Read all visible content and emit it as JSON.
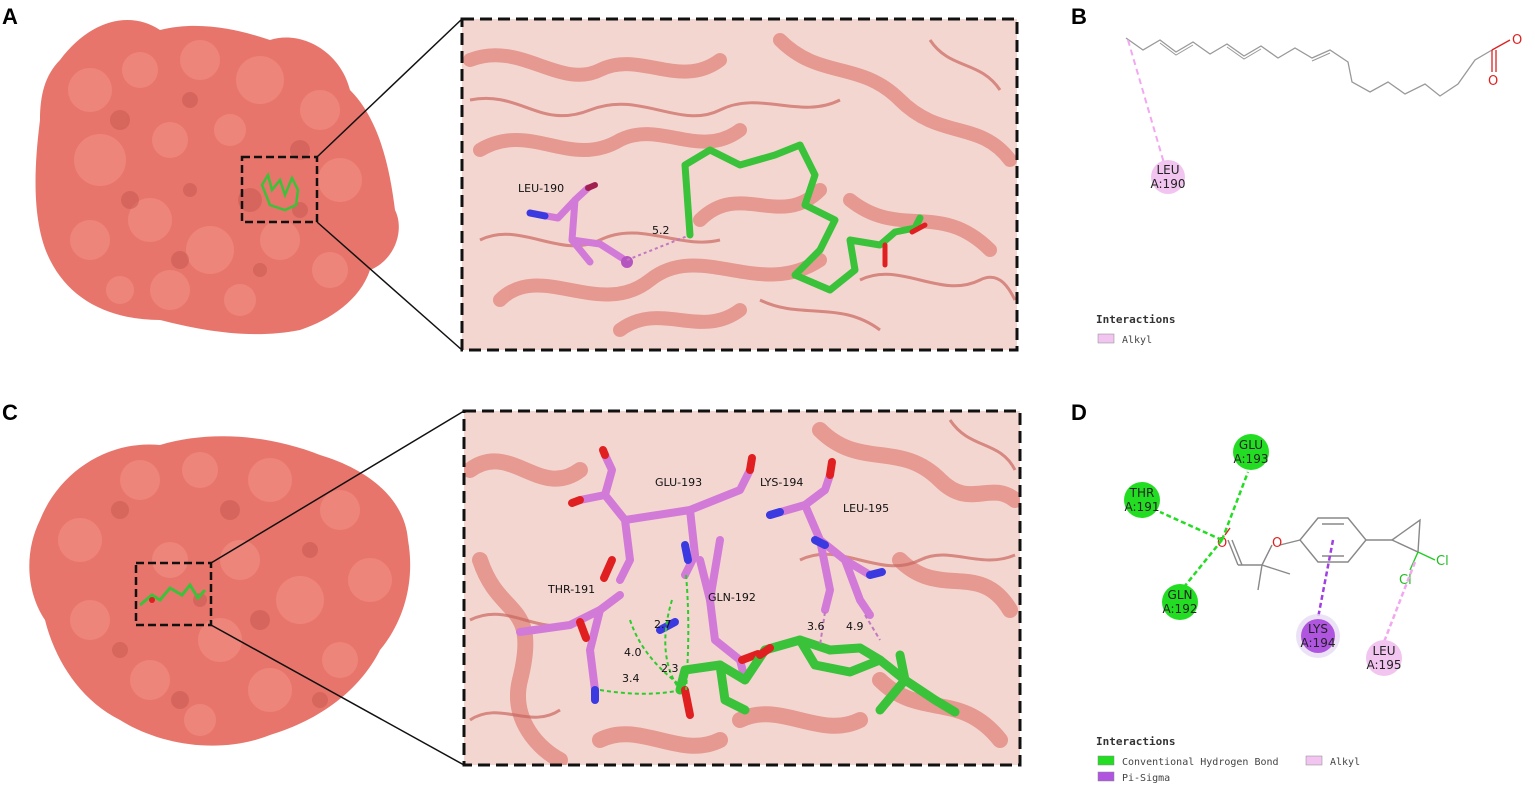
{
  "panels": {
    "A": {
      "letter": "A",
      "residues": [
        {
          "label": "LEU-190"
        }
      ],
      "distances": [
        {
          "label": "5.2"
        }
      ]
    },
    "B": {
      "letter": "B",
      "ligand_atoms": [
        "O",
        "O"
      ],
      "nodes": [
        {
          "name": "LEU",
          "id": "A:190",
          "type": "alkyl"
        }
      ],
      "legend": {
        "title": "Interactions",
        "items": [
          {
            "label": "Alkyl",
            "color": "#f2c4f0"
          }
        ]
      }
    },
    "C": {
      "letter": "C",
      "residues": [
        {
          "label": "GLU-193"
        },
        {
          "label": "LYS-194"
        },
        {
          "label": "LEU-195"
        },
        {
          "label": "THR-191"
        },
        {
          "label": "GLN-192"
        }
      ],
      "distances": [
        {
          "label": "2.7"
        },
        {
          "label": "3.6"
        },
        {
          "label": "4.9"
        },
        {
          "label": "4.0"
        },
        {
          "label": "2.3"
        },
        {
          "label": "3.4"
        }
      ]
    },
    "D": {
      "letter": "D",
      "ligand_atoms": [
        "O",
        "O",
        "Cl",
        "Cl"
      ],
      "nodes": [
        {
          "name": "GLU",
          "id": "A:193",
          "type": "hbond"
        },
        {
          "name": "THR",
          "id": "A:191",
          "type": "hbond"
        },
        {
          "name": "GLN",
          "id": "A:192",
          "type": "hbond"
        },
        {
          "name": "LYS",
          "id": "A:194",
          "type": "pisigma"
        },
        {
          "name": "LEU",
          "id": "A:195",
          "type": "alkyl"
        }
      ],
      "legend": {
        "title": "Interactions",
        "items": [
          {
            "label": "Conventional Hydrogen Bond",
            "color": "#22dd22"
          },
          {
            "label": "Alkyl",
            "color": "#f2c4f0"
          },
          {
            "label": "Pi-Sigma",
            "color": "#b055e0"
          }
        ]
      }
    }
  },
  "colors": {
    "protein": "#e8756b",
    "protein_light": "#f2b2aa",
    "ligand": "#3ac23a",
    "residue": "#d27ad8",
    "nitrogen": "#3a3ae0",
    "oxygen": "#e02020",
    "hbond_node": "#22dd22",
    "alkyl_node": "#f2c4f0",
    "pisigma_node": "#b055e0"
  }
}
